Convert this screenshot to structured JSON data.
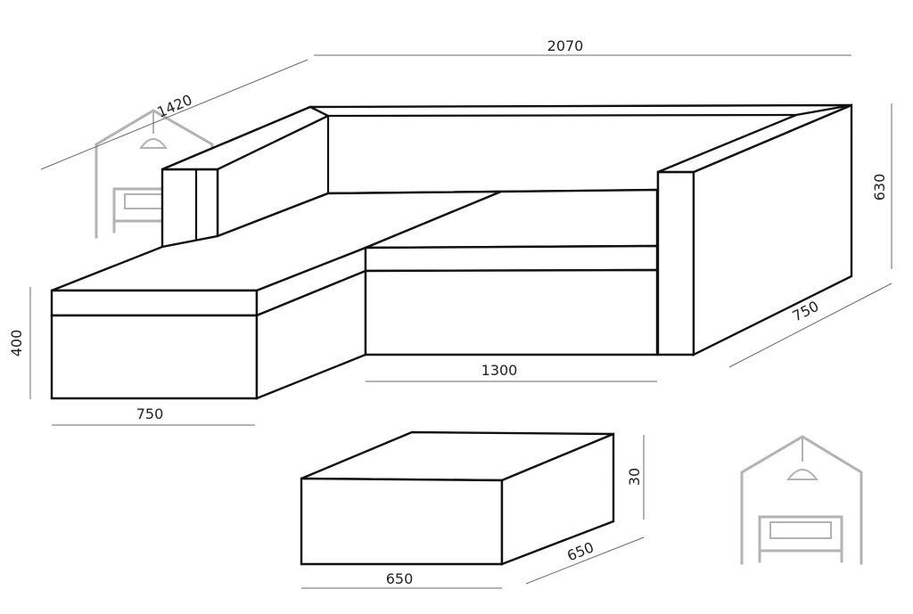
{
  "dimensions": {
    "total_width": "2070",
    "left_depth": "1420",
    "back_height": "630",
    "right_depth": "750",
    "seat_height": "400",
    "chaise_width": "750",
    "middle_width": "1300",
    "pouf_height": "30",
    "pouf_width": "650",
    "pouf_depth": "650"
  },
  "colors": {
    "line": "#111111",
    "dimension_line": "#6a6a6a",
    "watermark": "#b3b3b3"
  },
  "icons": {
    "watermark": "house-sofa-icon"
  }
}
